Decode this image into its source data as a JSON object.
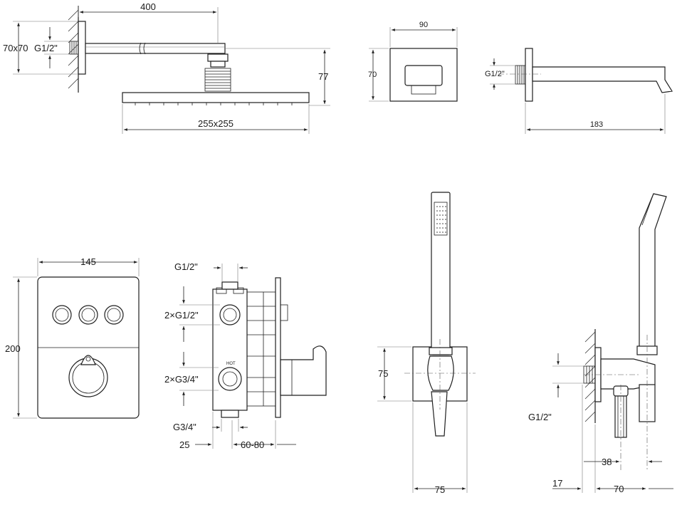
{
  "dimensions": {
    "arm_length": "400",
    "flange_size": "70x70",
    "arm_thread": "G1/2\"",
    "head_height": "77",
    "head_size": "255x255",
    "flange_width": "90",
    "flange_height": "70",
    "spout_thread": "G1/2\"",
    "spout_length": "183",
    "plate_width": "145",
    "plate_height": "200",
    "valve_top_thread": "G1/2\"",
    "outlets_thread": "2×G1/2\"",
    "inlets_thread": "2×G3/4\"",
    "inlet_bottom_thread": "G3/4\"",
    "depth_min": "25",
    "depth_range": "60-80",
    "hot_label": "HOT",
    "holder_height": "75",
    "holder_width": "75",
    "elbow_thread": "G1/2\"",
    "elbow_offset": "38",
    "wall_gap": "17",
    "elbow_depth": "70"
  }
}
